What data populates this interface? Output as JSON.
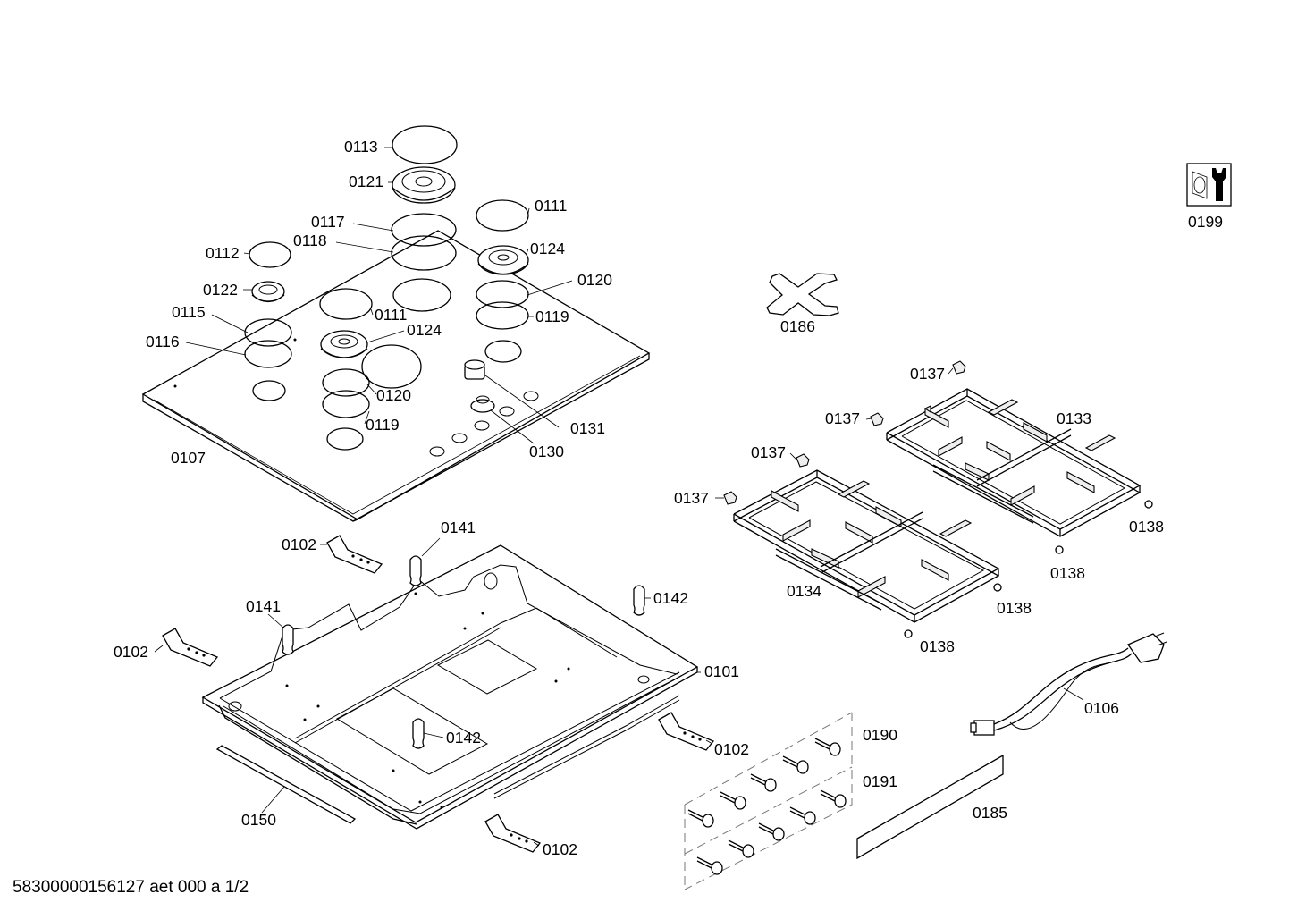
{
  "labels": {
    "p0113": "0113",
    "p0121": "0121",
    "p0117": "0117",
    "p0118": "0118",
    "p0112": "0112",
    "p0122": "0122",
    "p0115": "0115",
    "p0116": "0116",
    "p0111a": "0111",
    "p0111b": "0111",
    "p0124a": "0124",
    "p0124b": "0124",
    "p0120a": "0120",
    "p0120b": "0120",
    "p0119a": "0119",
    "p0119b": "0119",
    "p0131": "0131",
    "p0130": "0130",
    "p0107": "0107",
    "p0186": "0186",
    "p0199": "0199",
    "p0137a": "0137",
    "p0137b": "0137",
    "p0137c": "0137",
    "p0137d": "0137",
    "p0133": "0133",
    "p0134": "0134",
    "p0138a": "0138",
    "p0138b": "0138",
    "p0138c": "0138",
    "p0138d": "0138",
    "p0102a": "0102",
    "p0102b": "0102",
    "p0102c": "0102",
    "p0102d": "0102",
    "p0141a": "0141",
    "p0141b": "0141",
    "p0142a": "0142",
    "p0142b": "0142",
    "p0101": "0101",
    "p0150": "0150",
    "p0106": "0106",
    "p0190": "0190",
    "p0191": "0191",
    "p0185": "0185"
  },
  "footer": {
    "drawing_id": "58300000156127 aet 000 a 1/2"
  }
}
